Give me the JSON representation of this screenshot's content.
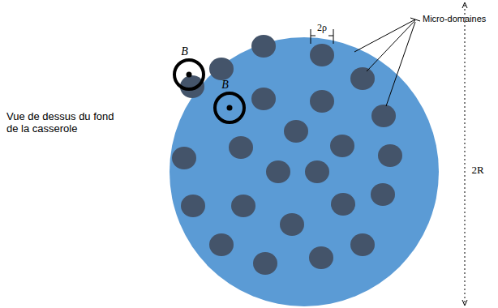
{
  "diagram": {
    "labels": [
      "Vue de dessus du fond de la casserole",
      "Micro-domaines",
      "2ρ",
      "2R",
      "B⃗",
      "B⃗"
    ]
  }
}
